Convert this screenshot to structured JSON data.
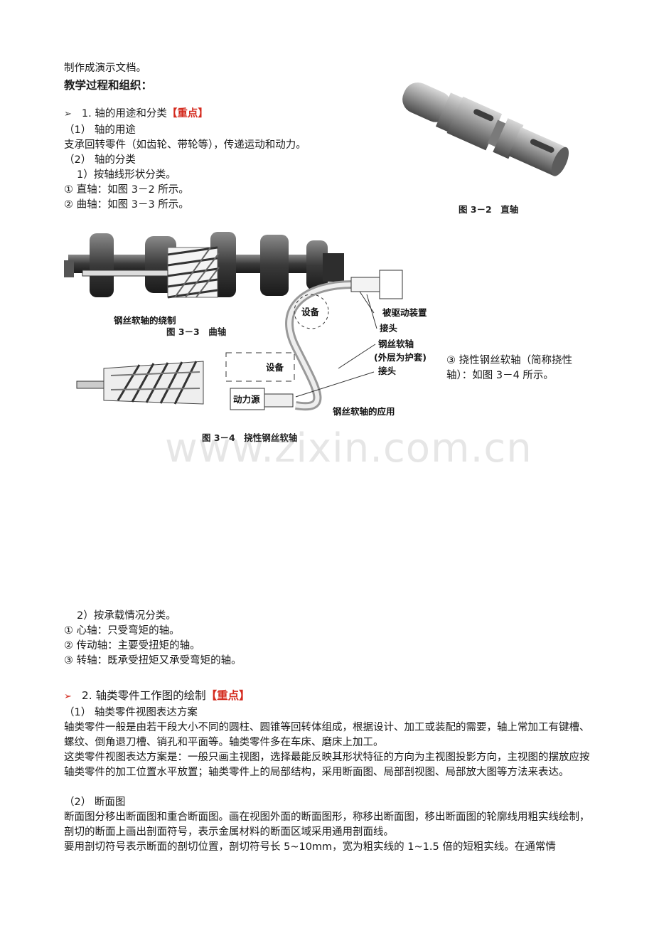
{
  "intro_line": "制作成演示文档。",
  "heading": "教学过程和组织：",
  "section1": {
    "title": "1. 轴的用途和分类",
    "tag": "【重点】",
    "use_title": "（1） 轴的用途",
    "use_text": "支承回转零件（如齿轮、带轮等），传递运动和动力。",
    "class_title": "（2） 轴的分类",
    "by_shape": "1）按轴线形状分类。",
    "item1": "① 直轴：如图 3－2 所示。",
    "item2": "② 曲轴：如图 3－3 所示。",
    "item3": "③ 挠性钢丝软轴（简称挠性轴）：如图 3－4 所示。",
    "by_load": "2）按承载情况分类。",
    "load1": "① 心轴：只受弯矩的轴。",
    "load2": "② 传动轴：主要受扭矩的轴。",
    "load3": "③ 转轴：既承受扭矩又承受弯矩的轴。"
  },
  "figures": {
    "fig32_caption": "图 3－2　直轴",
    "fig33_caption": "图 3－3　曲轴",
    "fig33_label": "钢丝软轴的绕制",
    "fig34_caption": "图 3－4　挠性钢丝软轴",
    "label_equipment_top": "设备",
    "label_driven": "被驱动装置",
    "label_joint_top": "接头",
    "label_cable": "钢丝软轴",
    "label_sheath": "(外层为护套)",
    "label_joint_bottom": "接头",
    "label_equipment_box": "设备",
    "label_power": "动力源",
    "label_application": "钢丝软轴的应用"
  },
  "section2": {
    "title": "2. 轴类零件工作图的绘制",
    "tag": "【重点】",
    "views_title": "（1） 轴类零件视图表达方案",
    "para1": "轴类零件一般是由若干段大小不同的圆柱、圆锥等回转体组成，根据设计、加工或装配的需要，轴上常加工有键槽、螺纹、倒角退刀槽、销孔和平面等。轴类零件多在车床、磨床上加工。",
    "para2": "这类零件视图表达方案是：一般只画主视图，选择最能反映其形状特征的方向为主视图投影方向，主视图的摆放应按轴类零件的加工位置水平放置；轴类零件上的局部结构，采用断面图、局部剖视图、局部放大图等方法来表达。",
    "section_title": "（2） 断面图",
    "para3": "断面图分移出断面图和重合断面图。画在视图外面的断面图形，称移出断面图，移出断面图的轮廓线用粗实线绘制，剖切的断面上画出剖面符号，表示金属材料的断面区域采用通用剖面线。",
    "para4": "要用剖切符号表示断面的剖切位置，剖切符号长 5~10mm，宽为粗实线的 1~1.5 倍的短粗实线。在通常情"
  },
  "watermark": "www.zixin.com.cn"
}
